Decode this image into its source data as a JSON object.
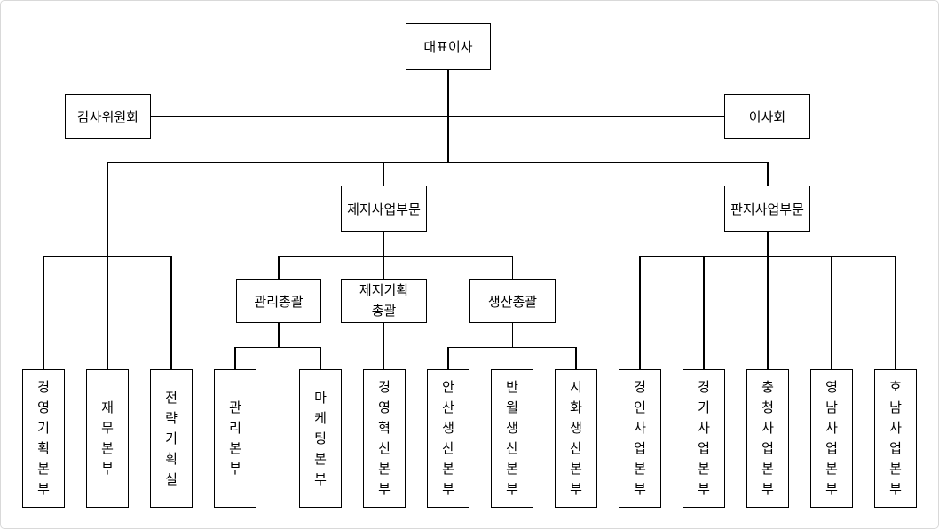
{
  "page": {
    "background_color": "#ffffff",
    "frame_border_color": "#d9d9d9",
    "line_color": "#000000"
  },
  "org": {
    "ceo": "대표이사",
    "audit_committee": "감사위원회",
    "board_of_directors": "이사회",
    "staff_divisions": [
      "경영기획본부",
      "재무본부",
      "전략기획실"
    ],
    "paper_division": {
      "label": "제지사업부문",
      "groups": [
        {
          "label": "관리총괄",
          "departments": [
            "관리본부",
            "마케팅본부"
          ]
        },
        {
          "label": "제지기획총괄",
          "departments": [
            "경영혁신본부"
          ]
        },
        {
          "label": "생산총괄",
          "departments": [
            "안산생산본부",
            "반월생산본부",
            "시화생산본부"
          ]
        }
      ]
    },
    "cardboard_division": {
      "label": "판지사업부문",
      "departments": [
        "경인사업본부",
        "경기사업본부",
        "충청사업본부",
        "영남사업본부",
        "호남사업본부"
      ]
    }
  }
}
